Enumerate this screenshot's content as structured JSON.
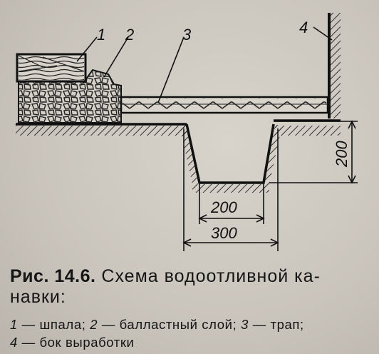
{
  "figure": {
    "labels": {
      "l1": "1",
      "l2": "2",
      "l3": "3",
      "l4": "4"
    },
    "dimensions": {
      "depth": "200",
      "bottom_width": "200",
      "top_width": "300"
    }
  },
  "caption": {
    "prefix": "Рис. 14.6.",
    "title_line1": "Схема водоотливной ка-",
    "title_line2": "навки:",
    "legend_line1": {
      "n1": "1",
      "t1": " — шпала; ",
      "n2": "2",
      "t2": " — балластный слой; ",
      "n3": "3",
      "t3": " — трап;"
    },
    "legend_line2": {
      "n4": "4",
      "t4": " — бок выработки"
    }
  }
}
